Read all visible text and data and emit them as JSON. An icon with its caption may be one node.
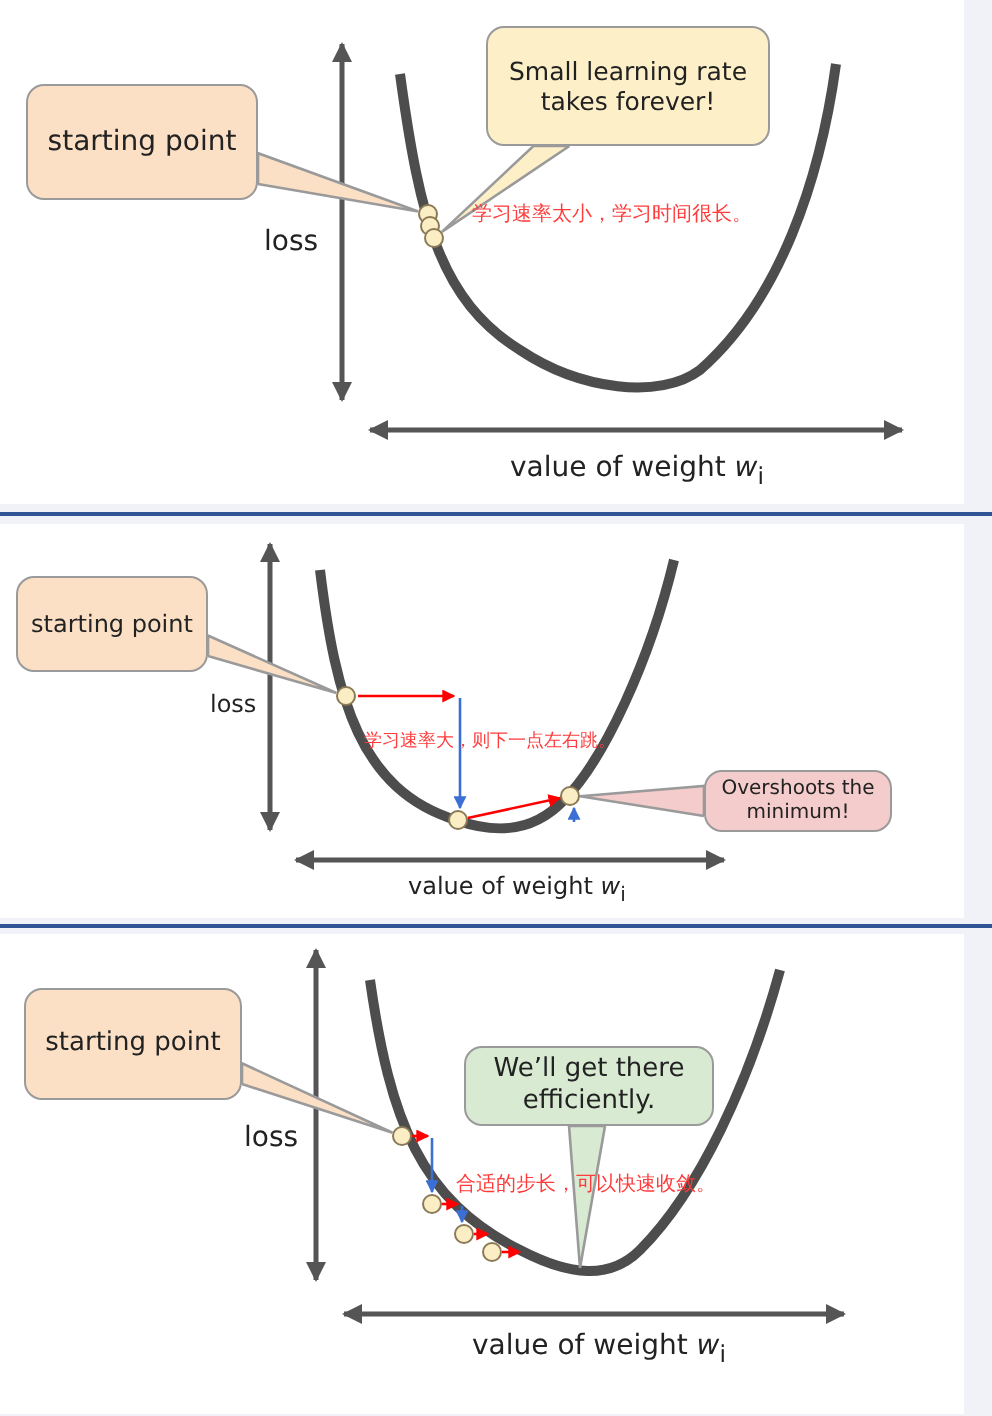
{
  "diagram": {
    "nodes": [
      {
        "text": [
          "starting point"
        ]
      },
      {
        "text": [
          "Small learning rate takes forever!"
        ]
      },
      {
        "text": [],
        "shape": "circle"
      },
      {
        "text": [],
        "shape": "circle"
      },
      {
        "text": [],
        "shape": "circle"
      },
      {
        "text": [
          "starting point"
        ]
      },
      {
        "text": [
          "Overshoots the minimum!"
        ]
      },
      {
        "text": [],
        "shape": "circle"
      },
      {
        "text": [],
        "shape": "circle"
      },
      {
        "text": [],
        "shape": "circle"
      },
      {
        "text": [
          "starting point"
        ]
      },
      {
        "text": [
          "We’ll get there efficiently."
        ]
      },
      {
        "text": [],
        "shape": "circle"
      },
      {
        "text": [],
        "shape": "circle"
      },
      {
        "text": [],
        "shape": "circle"
      },
      {
        "text": [],
        "shape": "circle"
      }
    ],
    "edges": [
      {
        "from": 0,
        "to": 2,
        "arrow": "none"
      },
      {
        "from": 1,
        "to": 4,
        "arrow": "none"
      },
      {
        "from": 5,
        "to": 7,
        "arrow": "none"
      },
      {
        "from": 6,
        "to": 9,
        "arrow": "none"
      },
      {
        "from": 10,
        "to": 12,
        "arrow": "none"
      },
      {
        "from": 11,
        "to": null,
        "arrow": "none"
      },
      {
        "from": 8,
        "to": 9,
        "arrow": "to",
        "color": "#ff0000"
      }
    ],
    "labels": [
      "loss",
      "学习速率太小，学习时间很长。",
      "value of weight *w*$_{i}$",
      "loss",
      "学习速率大，则下一点左右跳。",
      "value of weight *w*$_{i}$",
      "合适的步长，可以快速收敛。",
      "loss",
      "value of weight *w*$_{i}$"
    ]
  }
}
